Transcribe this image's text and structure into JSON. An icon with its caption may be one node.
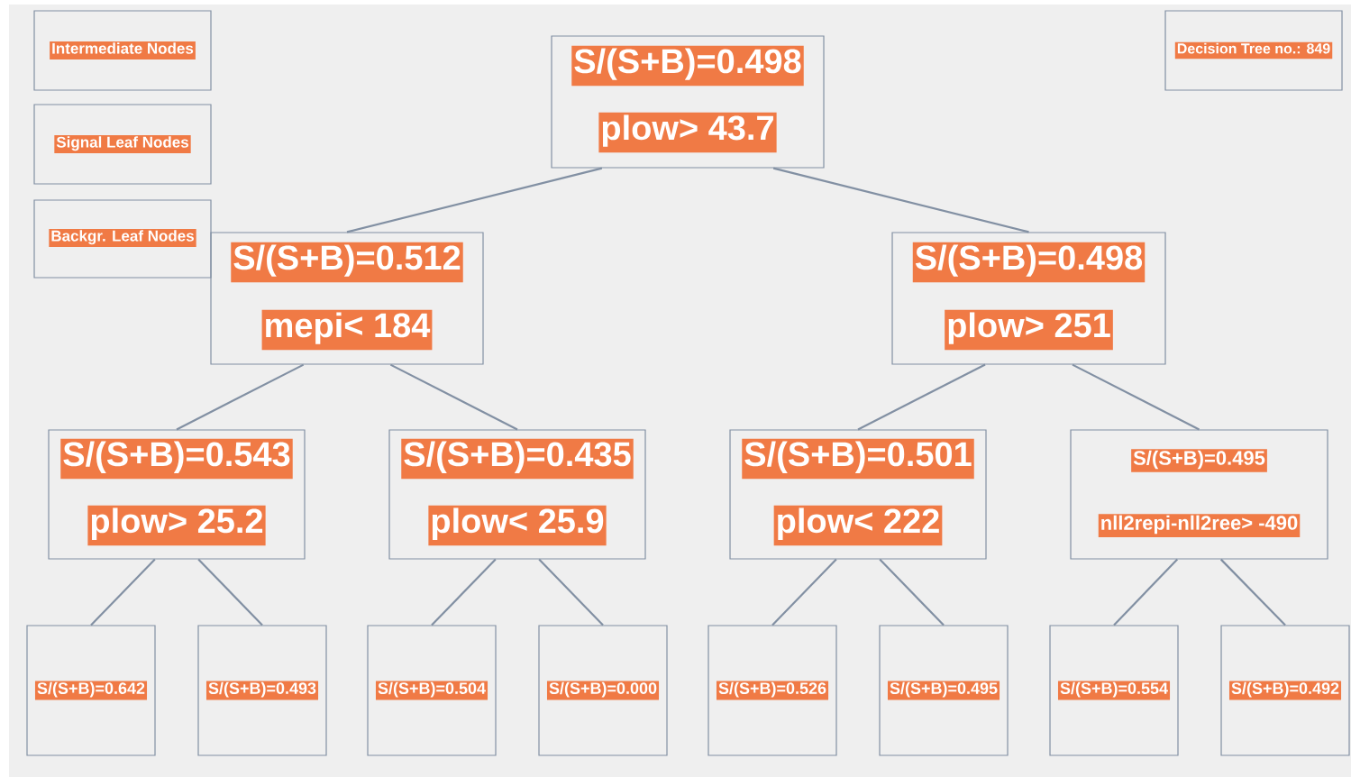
{
  "diagram": {
    "nodes": [
      {
        "text": [
          "Intermediate Nodes"
        ]
      },
      {
        "text": [
          "Signal Leaf Nodes"
        ]
      },
      {
        "text": [
          "Backgr. Leaf Nodes"
        ]
      },
      {
        "text": [
          "Decision Tree no.: 849"
        ]
      },
      {
        "text": [
          "S/(S+B)=0.498",
          "plow> 43.7"
        ]
      },
      {
        "text": [
          "S/(S+B)=0.512",
          "mepi<  184"
        ]
      },
      {
        "text": [
          "S/(S+B)=0.498",
          "plow>  251"
        ]
      },
      {
        "text": [
          "S/(S+B)=0.543",
          "plow> 25.2"
        ]
      },
      {
        "text": [
          "S/(S+B)=0.435",
          "plow< 25.9"
        ]
      },
      {
        "text": [
          "S/(S+B)=0.501",
          "plow<  222"
        ]
      },
      {
        "text": [
          "S/(S+B)=0.495",
          "nll2repi-nll2ree> -490"
        ]
      },
      {
        "text": [
          "S/(S+B)=0.642"
        ]
      },
      {
        "text": [
          "S/(S+B)=0.493"
        ]
      },
      {
        "text": [
          "S/(S+B)=0.504"
        ]
      },
      {
        "text": [
          "S/(S+B)=0.000"
        ]
      },
      {
        "text": [
          "S/(S+B)=0.526"
        ]
      },
      {
        "text": [
          "S/(S+B)=0.495"
        ]
      },
      {
        "text": [
          "S/(S+B)=0.554"
        ]
      },
      {
        "text": [
          "S/(S+B)=0.492"
        ]
      }
    ],
    "edges": [
      {
        "from": 4,
        "to": 5,
        "arrow": "none"
      },
      {
        "from": 4,
        "to": 6,
        "arrow": "none"
      },
      {
        "from": 5,
        "to": 7,
        "arrow": "none"
      },
      {
        "from": 5,
        "to": 8,
        "arrow": "none"
      },
      {
        "from": 6,
        "to": 9,
        "arrow": "none"
      },
      {
        "from": 6,
        "to": 10,
        "arrow": "none"
      },
      {
        "from": 7,
        "to": 11,
        "arrow": "none"
      },
      {
        "from": 7,
        "to": 12,
        "arrow": "none"
      },
      {
        "from": 8,
        "to": 13,
        "arrow": "none"
      },
      {
        "from": 8,
        "to": 14,
        "arrow": "none"
      },
      {
        "from": 9,
        "to": 15,
        "arrow": "none"
      },
      {
        "from": 9,
        "to": 16,
        "arrow": "none"
      },
      {
        "from": 10,
        "to": 17,
        "arrow": "none"
      },
      {
        "from": 10,
        "to": 18,
        "arrow": "none"
      }
    ]
  }
}
